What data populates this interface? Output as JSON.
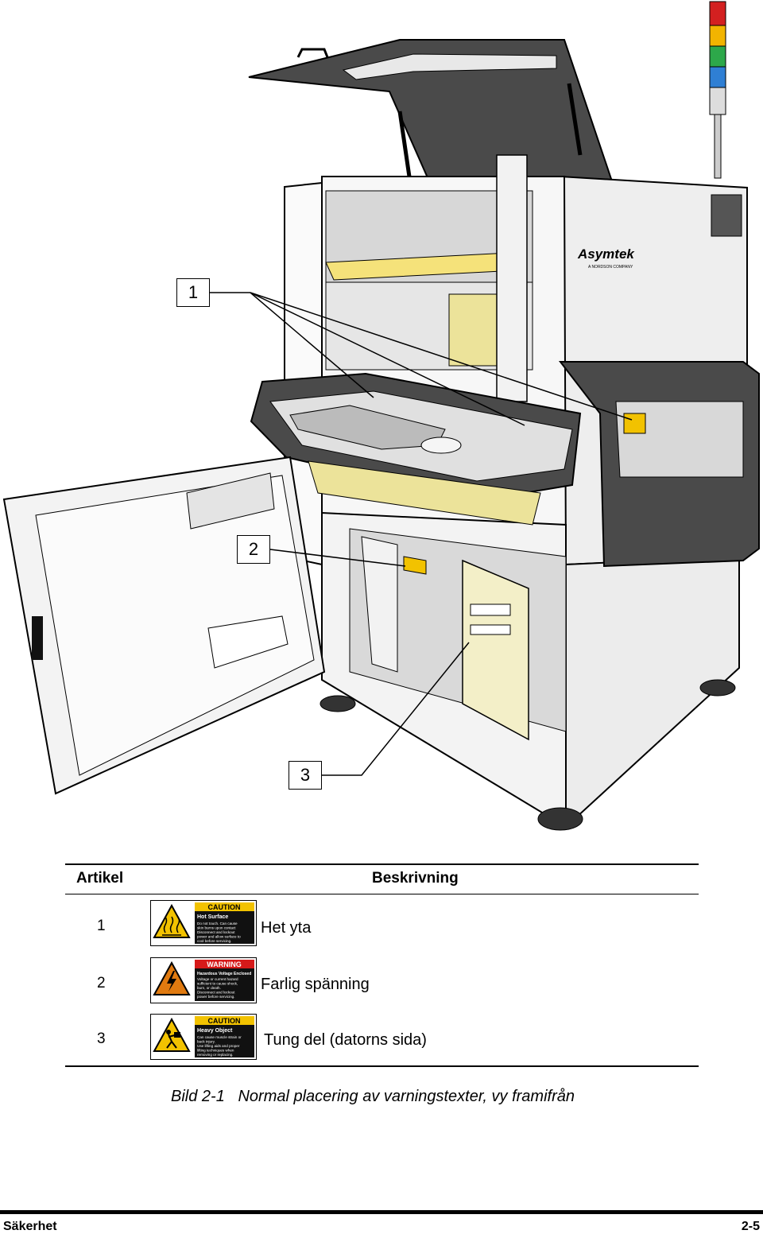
{
  "illustration": {
    "brand": "Asymtek",
    "brand_sub": "A NORDSON COMPANY",
    "callouts": [
      "1",
      "2",
      "3"
    ]
  },
  "table": {
    "headers": {
      "item": "Artikel",
      "description": "Beskrivning"
    },
    "rows": [
      {
        "item": "1",
        "description": "Het yta",
        "label": {
          "signal": "CAUTION",
          "title": "Hot Surface",
          "lines": [
            "Do not touch. Can cause",
            "skin burns upon contact",
            "Disconnect and lockout",
            "power and allow surface to",
            "cool before servicing."
          ],
          "color": "#f2c200",
          "icon": "hot-surface-icon"
        }
      },
      {
        "item": "2",
        "description": "Farlig spänning",
        "label": {
          "signal": "WARNING",
          "title": "Hazardous Voltage Enclosed",
          "lines": [
            "Voltage or current hazard",
            "sufficient to cause shock,",
            "burn, or death.",
            "Disconnect and lockout",
            "power before servicing."
          ],
          "color": "#e07a10",
          "icon": "electric-shock-icon"
        }
      },
      {
        "item": "3",
        "description": "Tung del (datorns sida)",
        "label": {
          "signal": "CAUTION",
          "title": "Heavy Object",
          "lines": [
            "Can cause muscle strain or",
            "back injury.",
            "Use lifting aids and proper",
            "lifting techniques when",
            "removing or replacing."
          ],
          "color": "#f2c200",
          "icon": "heavy-object-icon"
        }
      }
    ]
  },
  "caption": {
    "figure": "Bild 2-1",
    "text": "Normal placering av varningstexter, vy framifrån"
  },
  "footer": {
    "left": "Säkerhet",
    "right": "2-5"
  }
}
